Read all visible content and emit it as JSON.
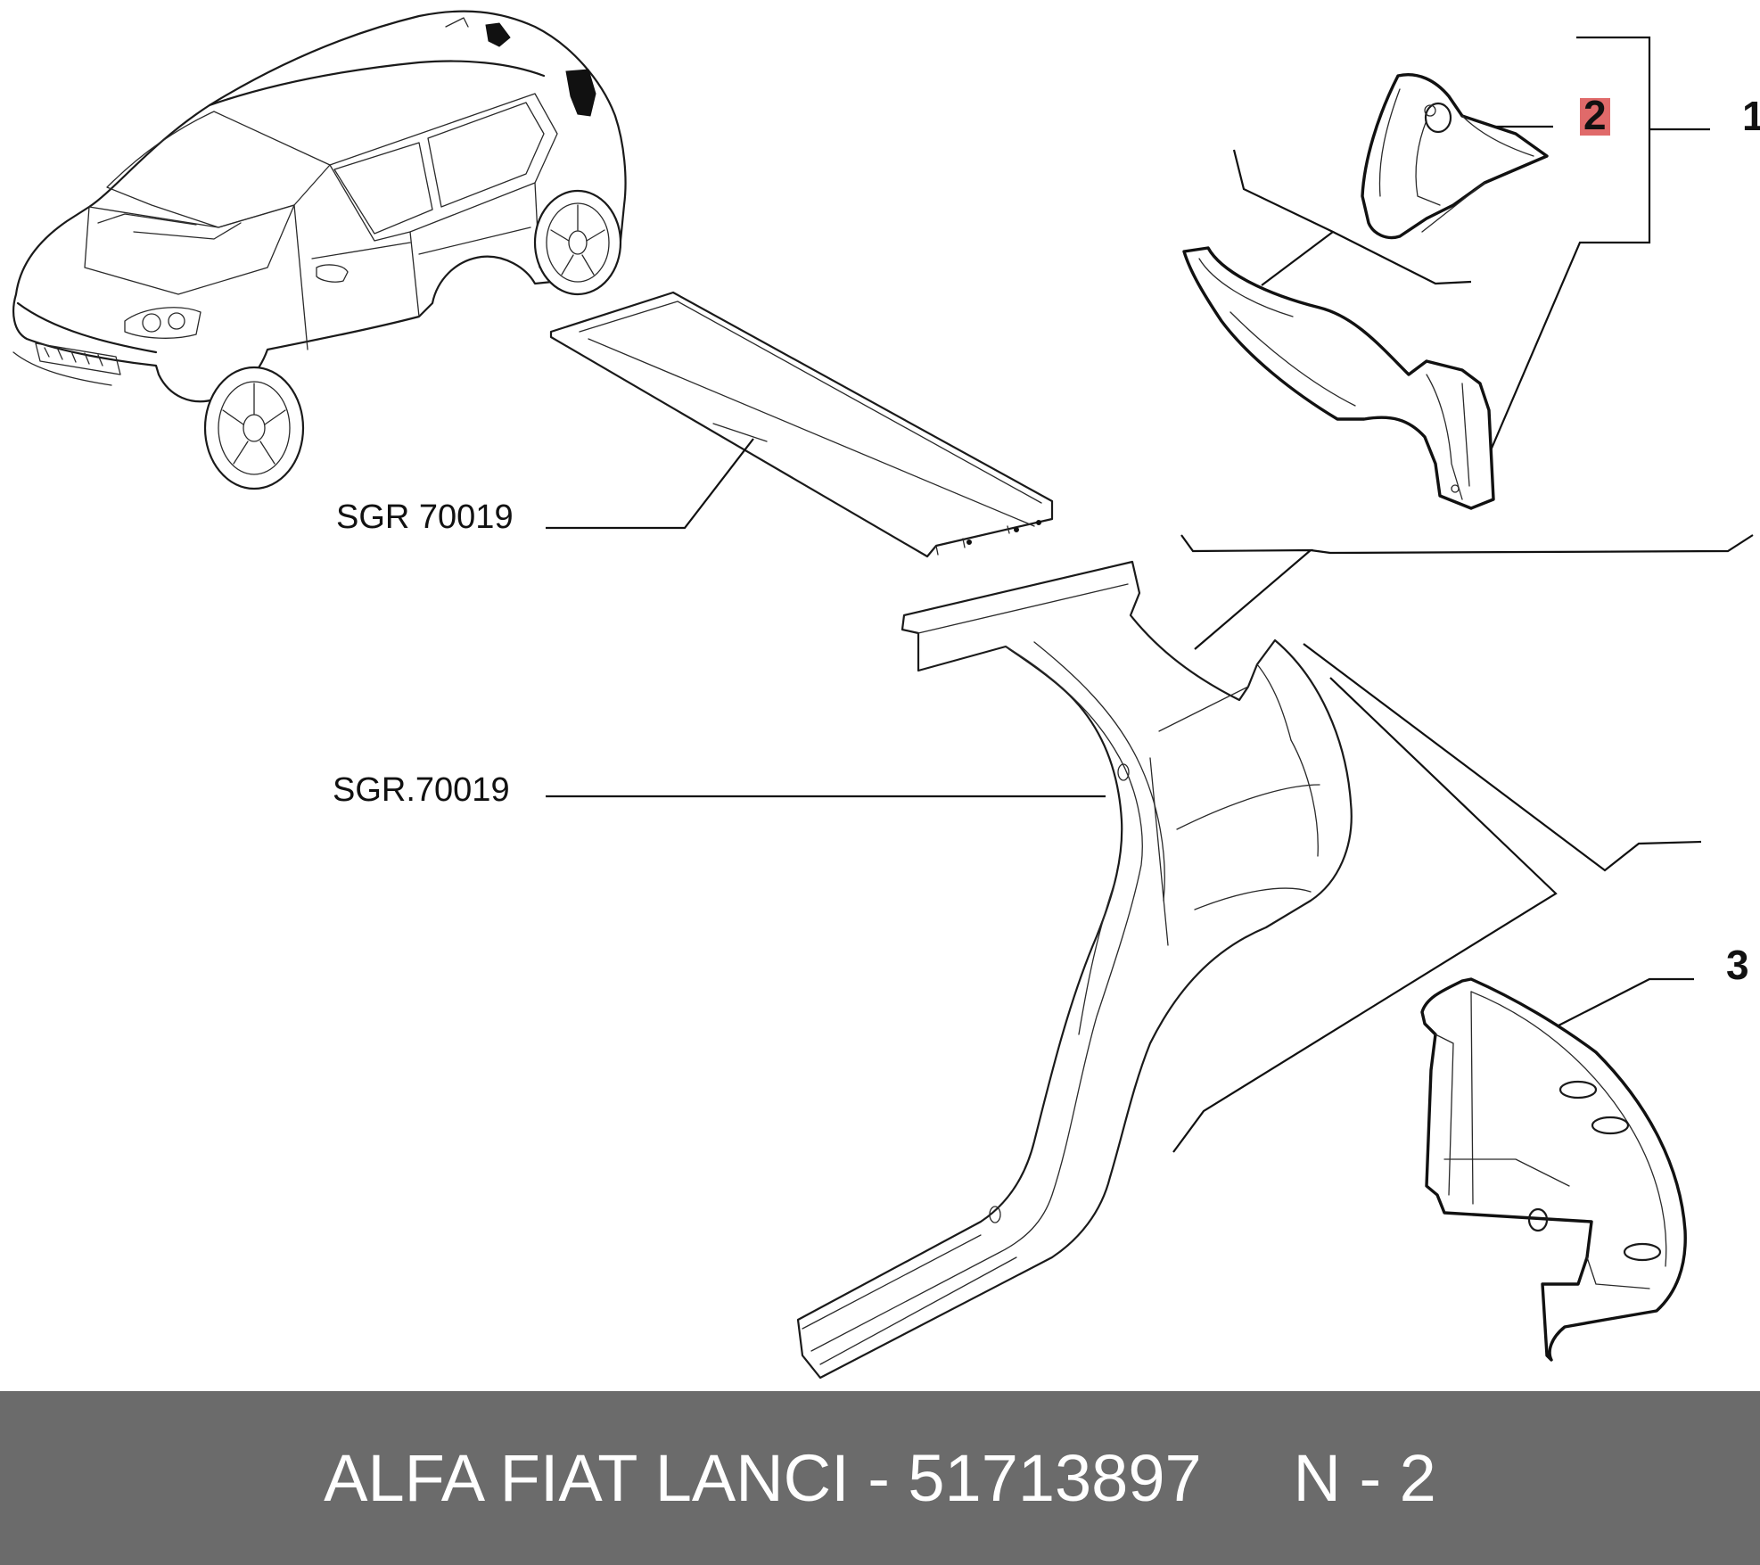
{
  "labels": {
    "ref_upper": "SGR 70019",
    "ref_lower": "SGR.70019"
  },
  "callouts": {
    "c1": "1",
    "c2": "2",
    "c3": "3"
  },
  "highlight_color": "#e06a6a",
  "footer": {
    "brand_and_part": "ALFA FIAT LANCI - 51713897",
    "position": "N - 2"
  }
}
